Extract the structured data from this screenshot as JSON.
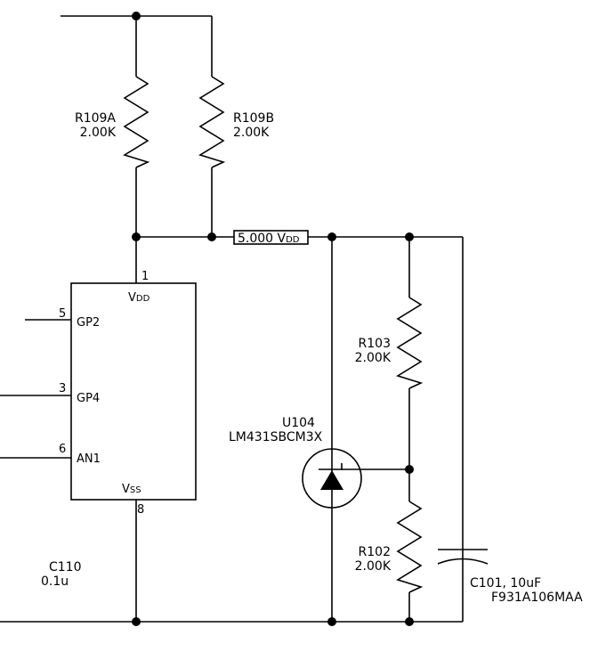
{
  "schematic": {
    "net_label": {
      "main": "5.000 V",
      "sub": "DD"
    },
    "resistors": {
      "r109a": {
        "ref": "R109A",
        "value": "2.00K"
      },
      "r109b": {
        "ref": "R109B",
        "value": "2.00K"
      },
      "r103": {
        "ref": "R103",
        "value": "2.00K"
      },
      "r102": {
        "ref": "R102",
        "value": "2.00K"
      }
    },
    "ic": {
      "vdd": {
        "main": "V",
        "sub": "DD"
      },
      "vss": {
        "main": "V",
        "sub": "SS"
      },
      "pins": [
        {
          "num": "1"
        },
        {
          "num": "5",
          "name": "GP2"
        },
        {
          "num": "3",
          "name": "GP4"
        },
        {
          "num": "6",
          "name": "AN1"
        },
        {
          "num": "8"
        }
      ]
    },
    "regulator": {
      "ref": "U104",
      "part": "LM431SBCM3X"
    },
    "c110": {
      "ref": "C110",
      "value": "0.1u"
    },
    "c101": {
      "ref": "C101, 10uF",
      "part": "F931A106MAA"
    }
  }
}
